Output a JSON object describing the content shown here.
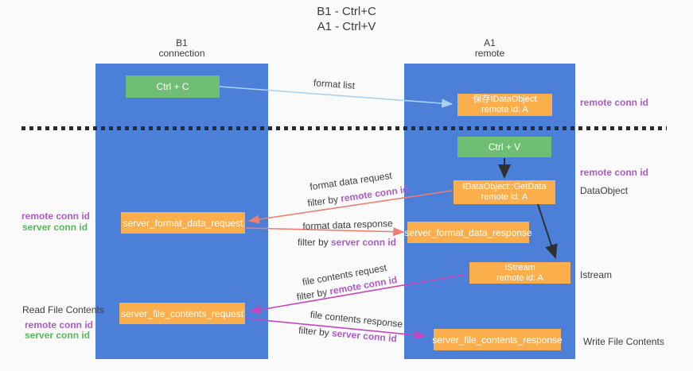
{
  "title": {
    "line1": "B1 - Ctrl+C",
    "line2": "A1 - Ctrl+V"
  },
  "lifelines": {
    "left": {
      "name": "B1",
      "subtitle": "connection"
    },
    "right": {
      "name": "A1",
      "subtitle": "remote"
    }
  },
  "boxes": {
    "ctrl_c": {
      "label": "Ctrl + C"
    },
    "ctrl_v": {
      "label": "Ctrl + V"
    },
    "save_dataobject": {
      "line1": "保存IDataObject",
      "line2": "remote id: A"
    },
    "getdata": {
      "line1": "IDataObject::GetData",
      "line2": "remote id: A"
    },
    "istream": {
      "line1": "IStream",
      "line2": "remote id: A"
    },
    "format_request": {
      "label": "server_format_data_request"
    },
    "format_response": {
      "label": "server_format_data_response"
    },
    "file_request": {
      "label": "server_file_contents_request"
    },
    "file_response": {
      "label": "server_file_contents_response"
    }
  },
  "arrow_labels": {
    "format_list": "format list",
    "format_data_request": "format data request",
    "format_data_response": "format data response",
    "file_contents_request": "file contents request",
    "file_contents_response": "file contents response",
    "filter_by": "filter by ",
    "remote_conn_id": "remote conn id",
    "server_conn_id": "server conn id"
  },
  "side_labels": {
    "remote_conn_id": "remote conn id",
    "server_conn_id": "server conn id",
    "dataobject": "DataObject",
    "istream": "Istream",
    "read_file_contents": "Read File Contents",
    "write_file_contents": "Write File Contents"
  },
  "colors": {
    "background": "#fafafa",
    "lifeline_blue": "#4c80d8",
    "box_green": "#6fbe74",
    "box_orange": "#faae4c",
    "accent_purple": "#ae5ac8",
    "accent_green": "#56b85a",
    "arrow_lightblue": "#a9d2f2",
    "arrow_salmon": "#ee7d72",
    "arrow_magenta": "#c645be",
    "arrow_black": "#2f2f2f"
  }
}
